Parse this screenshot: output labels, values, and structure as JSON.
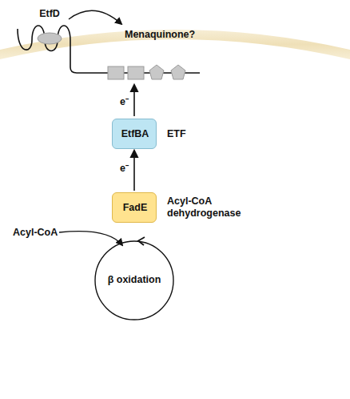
{
  "diagram": {
    "nodes": [
      {
        "text": [
          "EtfD"
        ]
      },
      {
        "text": [
          "EtfBA",
          "ETF"
        ]
      },
      {
        "text": [
          "FadE",
          "Acyl-CoA dehydrogenase"
        ]
      },
      {
        "text": [
          "β oxidation"
        ]
      }
    ],
    "edges": [
      {
        "from": 2,
        "to": 1,
        "arrow": "to",
        "label": "e⁻"
      }
    ],
    "labels": [
      "Menaquinone?",
      "e⁻",
      "Acyl-CoA"
    ]
  }
}
